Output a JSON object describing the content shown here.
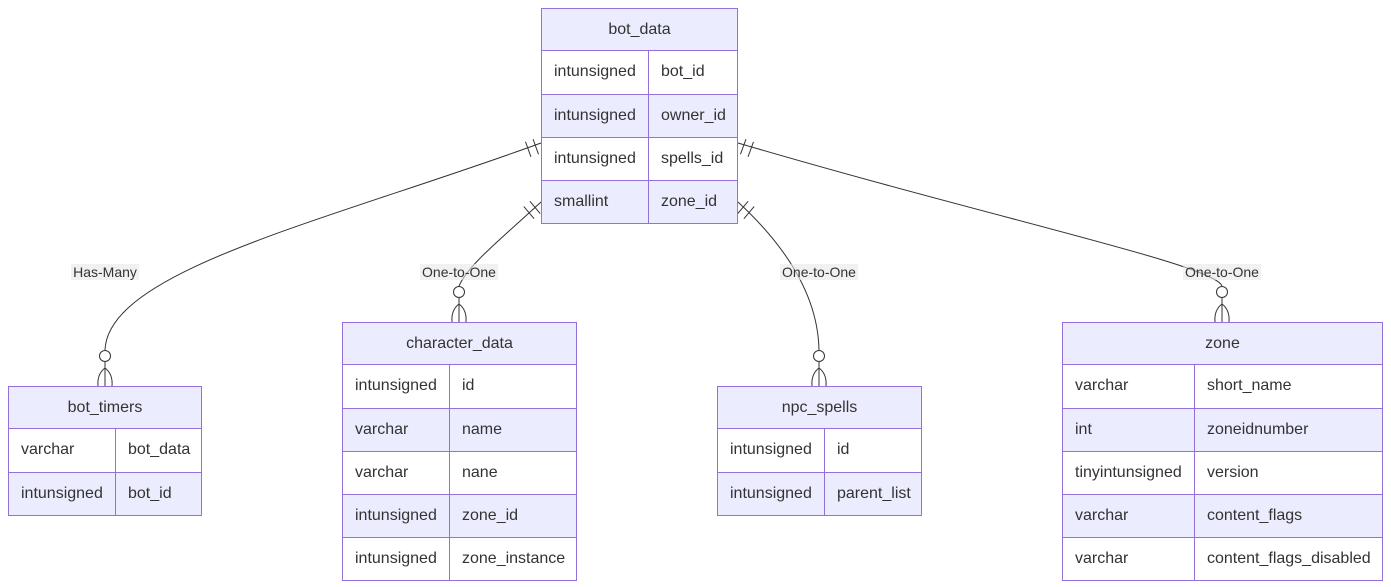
{
  "diagram": {
    "entities": [
      {
        "id": "bot_data",
        "name": "bot_data",
        "attributes": [
          {
            "type": "intunsigned",
            "name": "bot_id"
          },
          {
            "type": "intunsigned",
            "name": "owner_id"
          },
          {
            "type": "intunsigned",
            "name": "spells_id"
          },
          {
            "type": "smallint",
            "name": "zone_id"
          }
        ]
      },
      {
        "id": "bot_timers",
        "name": "bot_timers",
        "attributes": [
          {
            "type": "varchar",
            "name": "bot_data"
          },
          {
            "type": "intunsigned",
            "name": "bot_id"
          }
        ]
      },
      {
        "id": "character_data",
        "name": "character_data",
        "attributes": [
          {
            "type": "intunsigned",
            "name": "id"
          },
          {
            "type": "varchar",
            "name": "name"
          },
          {
            "type": "varchar",
            "name": "nane"
          },
          {
            "type": "intunsigned",
            "name": "zone_id"
          },
          {
            "type": "intunsigned",
            "name": "zone_instance"
          }
        ]
      },
      {
        "id": "npc_spells",
        "name": "npc_spells",
        "attributes": [
          {
            "type": "intunsigned",
            "name": "id"
          },
          {
            "type": "intunsigned",
            "name": "parent_list"
          }
        ]
      },
      {
        "id": "zone",
        "name": "zone",
        "attributes": [
          {
            "type": "varchar",
            "name": "short_name"
          },
          {
            "type": "int",
            "name": "zoneidnumber"
          },
          {
            "type": "tinyintunsigned",
            "name": "version"
          },
          {
            "type": "varchar",
            "name": "content_flags"
          },
          {
            "type": "varchar",
            "name": "content_flags_disabled"
          }
        ]
      }
    ],
    "relationships": [
      {
        "from": "bot_data",
        "to": "bot_timers",
        "label": "Has-Many",
        "from_cardinality": "exactly-one",
        "to_cardinality": "zero-or-many"
      },
      {
        "from": "bot_data",
        "to": "character_data",
        "label": "One-to-One",
        "from_cardinality": "exactly-one",
        "to_cardinality": "zero-or-many"
      },
      {
        "from": "bot_data",
        "to": "npc_spells",
        "label": "One-to-One",
        "from_cardinality": "exactly-one",
        "to_cardinality": "zero-or-many"
      },
      {
        "from": "bot_data",
        "to": "zone",
        "label": "One-to-One",
        "from_cardinality": "exactly-one",
        "to_cardinality": "zero-or-many"
      }
    ],
    "colors": {
      "border": "#9370db",
      "header_fill": "#ececff",
      "row_fill_odd": "#ffffff",
      "row_fill_even": "#ececff",
      "line": "#333333",
      "text": "#333333"
    }
  }
}
